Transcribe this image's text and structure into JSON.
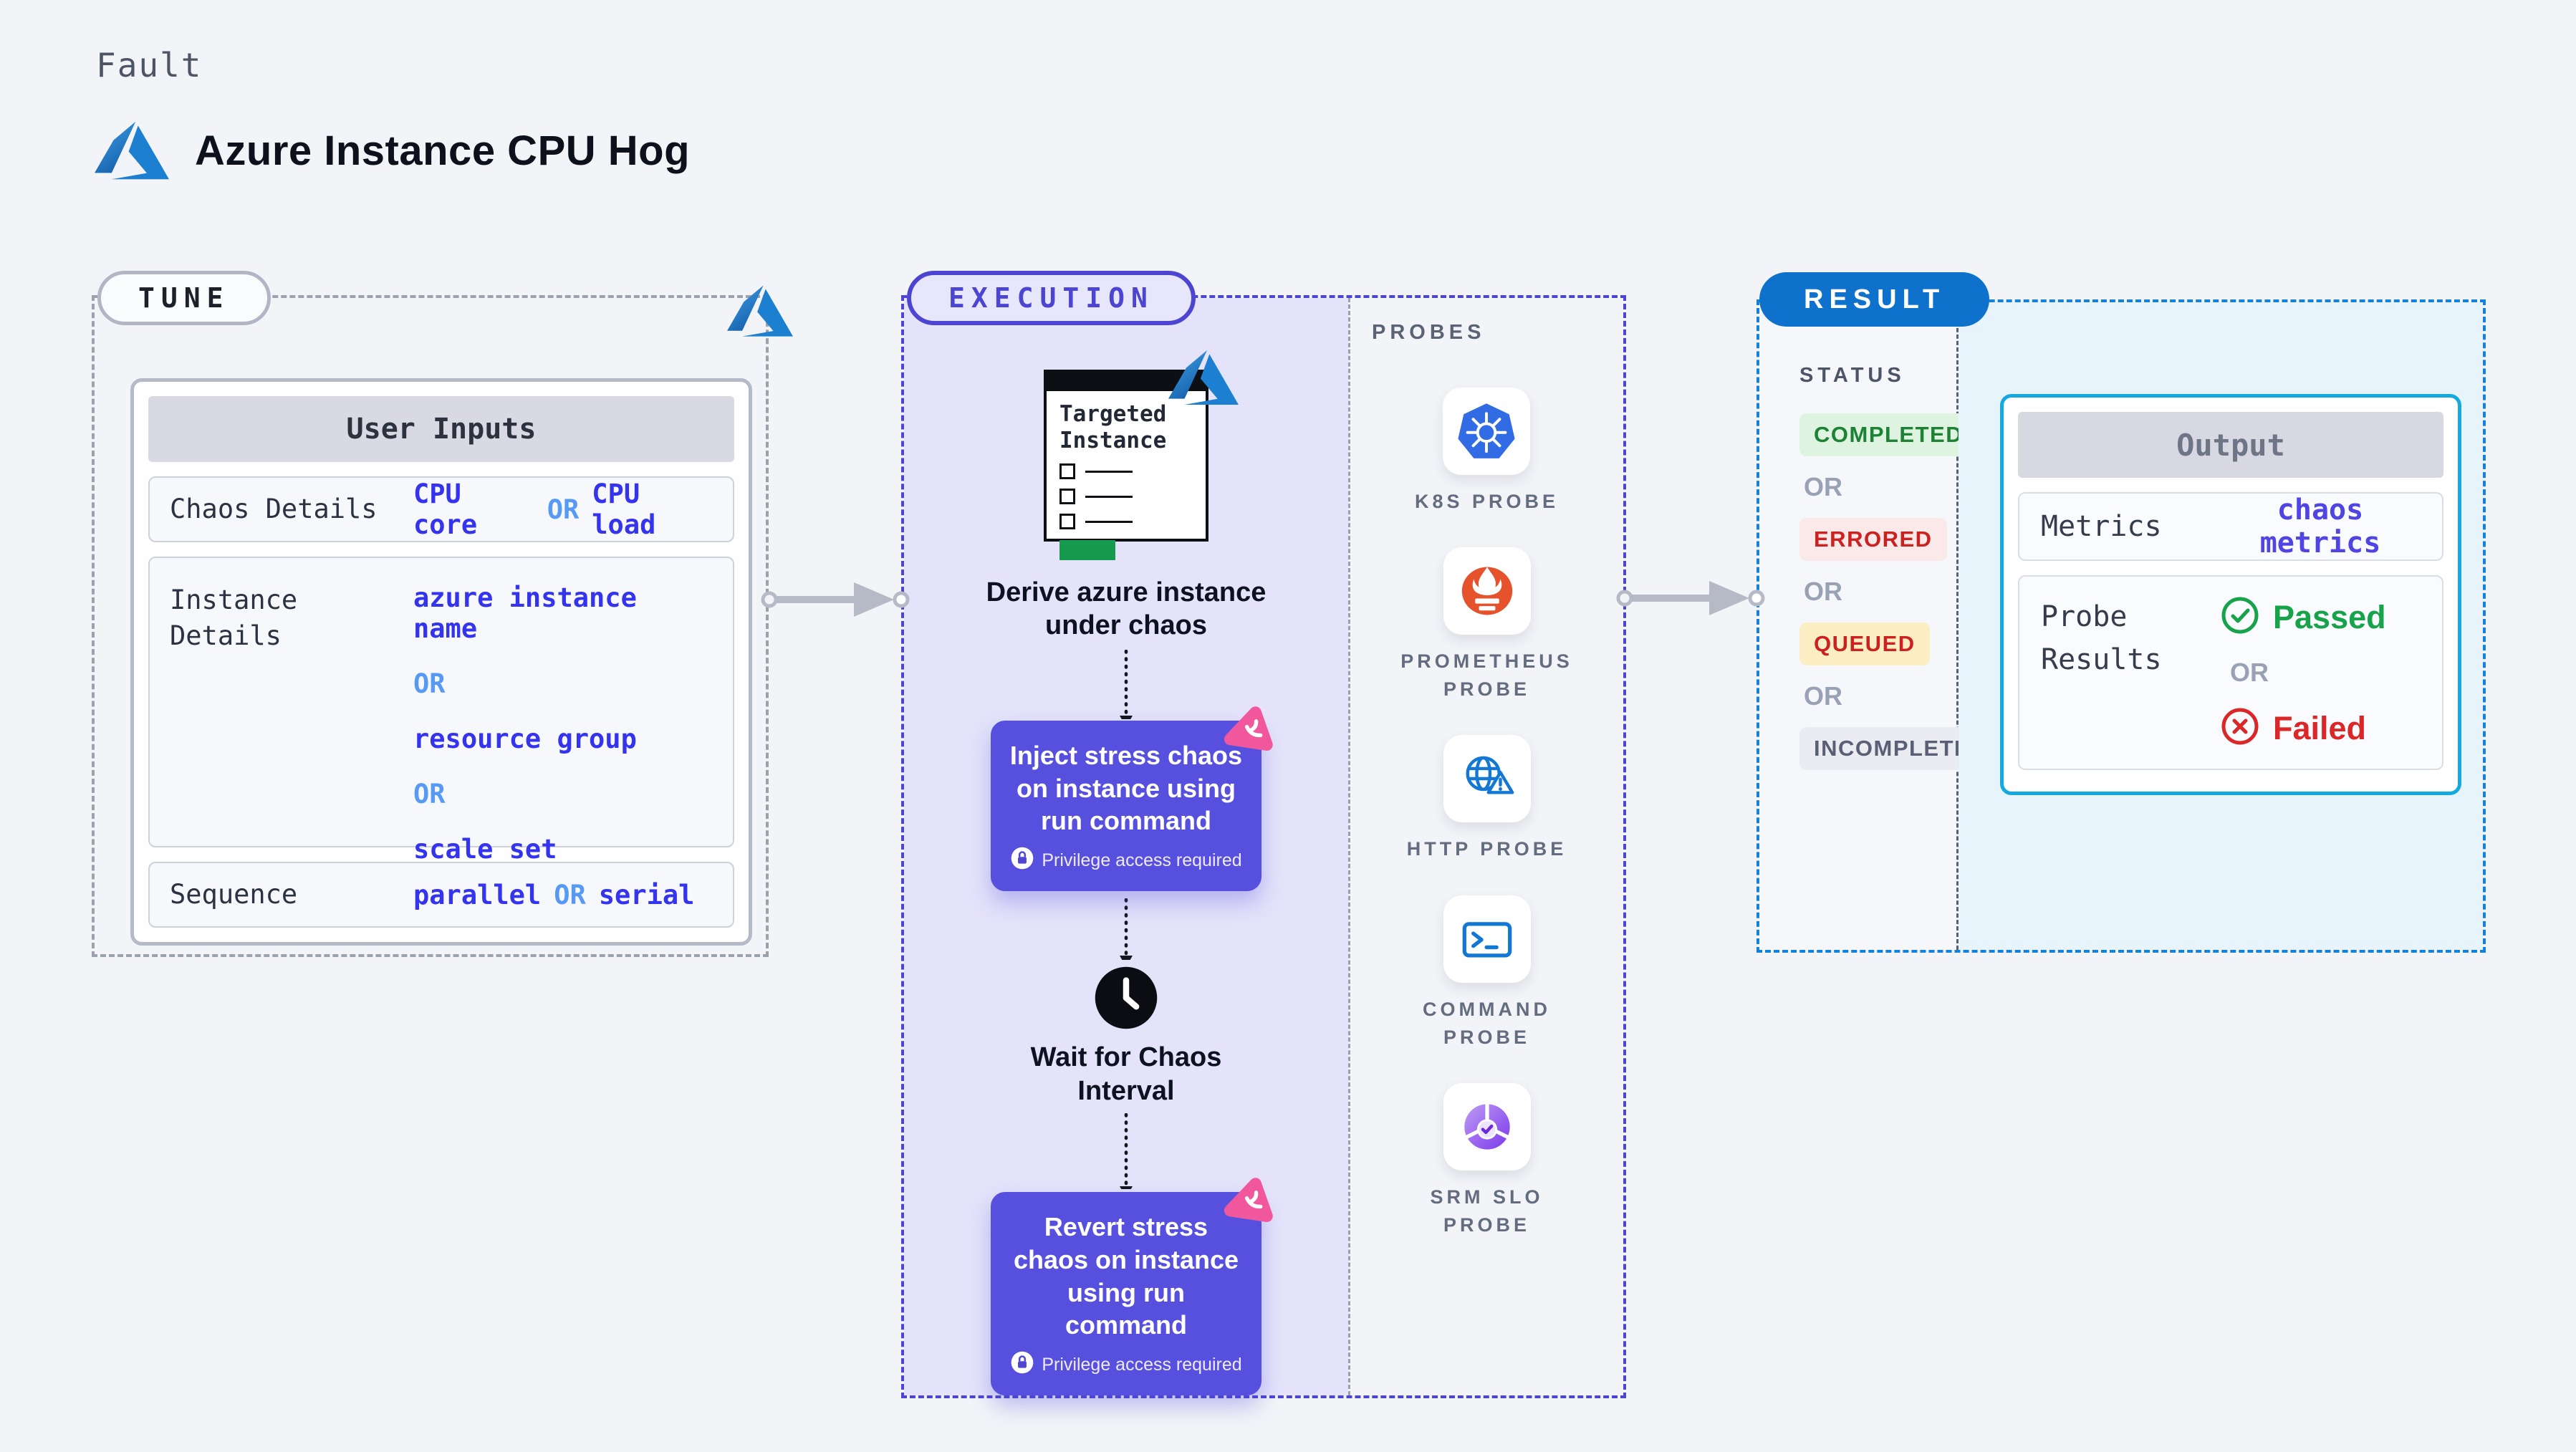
{
  "header": {
    "eyebrow": "Fault",
    "title": "Azure Instance CPU Hog"
  },
  "tune": {
    "badge": "TUNE",
    "user_inputs": {
      "title": "User Inputs",
      "rows": [
        {
          "label": "Chaos Details",
          "parts": [
            "CPU core",
            "OR",
            "CPU load"
          ]
        },
        {
          "label": "Instance Details",
          "parts": [
            "azure instance name",
            "OR",
            "resource group",
            "OR",
            "scale set"
          ]
        },
        {
          "label": "Sequence",
          "parts": [
            "parallel",
            "OR",
            "serial"
          ]
        }
      ]
    }
  },
  "execution": {
    "badge": "EXECUTION",
    "target_window": {
      "title": "Targeted Instance"
    },
    "steps": {
      "derive": "Derive azure instance under chaos",
      "inject": "Inject stress chaos on instance using run command",
      "wait": "Wait for Chaos Interval",
      "revert": "Revert stress chaos on instance using run command",
      "privilege_note": "Privilege access required"
    }
  },
  "probes": {
    "title": "PROBES",
    "items": [
      {
        "icon": "kubernetes-icon",
        "label": "K8S PROBE"
      },
      {
        "icon": "prometheus-icon",
        "label": "PROMETHEUS PROBE"
      },
      {
        "icon": "http-globe-icon",
        "label": "HTTP PROBE"
      },
      {
        "icon": "terminal-icon",
        "label": "COMMAND PROBE"
      },
      {
        "icon": "srm-slo-icon",
        "label": "SRM SLO PROBE"
      }
    ]
  },
  "result": {
    "badge": "RESULT",
    "status": {
      "title": "STATUS",
      "items": [
        {
          "kind": "completed",
          "label": "COMPLETED"
        },
        {
          "kind": "or",
          "label": "OR"
        },
        {
          "kind": "errored",
          "label": "ERRORED"
        },
        {
          "kind": "or",
          "label": "OR"
        },
        {
          "kind": "queued",
          "label": "QUEUED"
        },
        {
          "kind": "or",
          "label": "OR"
        },
        {
          "kind": "incompleted",
          "label": "INCOMPLETED"
        }
      ]
    },
    "output": {
      "title": "Output",
      "metrics_label": "Metrics",
      "metrics_value": "chaos metrics",
      "probe_results_label": "Probe Results",
      "passed": "Passed",
      "or": "OR",
      "failed": "Failed"
    }
  },
  "colors": {
    "page_bg": "#f3f4f8",
    "execution_accent": "#4b45d2",
    "execution_panel_bg": "#e4e3fa",
    "chaos_step_bg": "#5750df",
    "azure_blue": "#1c7fd0",
    "result_badge_bg": "#0e72cd",
    "result_border": "#1482da",
    "output_border": "#15a9df",
    "output_area_bg": "#e7f4fb",
    "passed_green": "#16a34a",
    "failed_red": "#da2727",
    "queued_bg": "#faeec2",
    "pink_badge": "#f1579d",
    "arrow_gray": "#b5bac6",
    "value_indigo": "#3434ee",
    "value_or_blue": "#569af5"
  }
}
